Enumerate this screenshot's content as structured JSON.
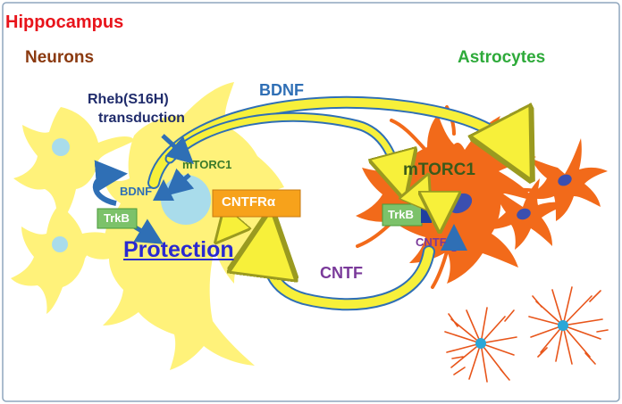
{
  "diagram": {
    "region_title": "Hippocampus",
    "neurons_label": "Neurons",
    "astrocytes_label": "Astrocytes",
    "rheb_line1": "Rheb(S16H)",
    "rheb_line2": "transduction",
    "mtorc1_neuron": "mTORC1",
    "bdnf_neuron": "BDNF",
    "trkb_neuron": "TrkB",
    "cntfra": "CNTFRα",
    "protection": "Protection",
    "bdnf_arrow": "BDNF",
    "mtorc1_astro": "mTORC1",
    "trkb_astro": "TrkB",
    "cntf_astro": "CNTF",
    "cntf_arrow": "CNTF"
  },
  "colors": {
    "frame": "#8fa6bd",
    "title_red": "#e8141b",
    "neurons_brown": "#8b3a10",
    "astro_green": "#2eaa3a",
    "neuron_yellow": "#fff27a",
    "nucleus_blue": "#a9dceb",
    "astro_orange": "#f26a1a",
    "astro_nucleus": "#3b4fb0",
    "dark_navy": "#1f2b6b",
    "arrow_blue": "#2f6fb5",
    "text_green": "#3a7a2a",
    "box_green": "#7cc26a",
    "box_orange": "#f7a21b",
    "purple": "#7a3a9a",
    "protection_blue": "#2a2ad0"
  }
}
